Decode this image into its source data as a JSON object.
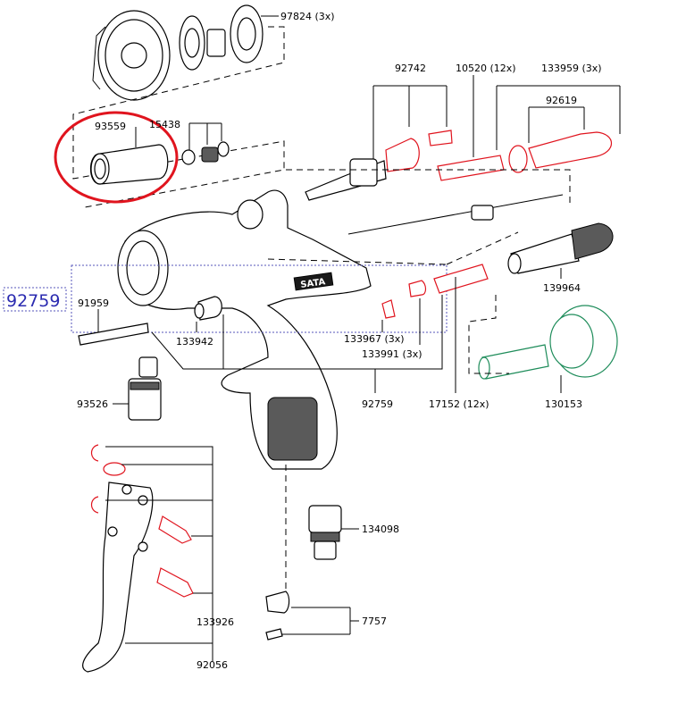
{
  "colors": {
    "line": "#000000",
    "accent_red": "#e0141e",
    "accent_green": "#1e8c5a",
    "highlight_label": "#2b2bb0"
  },
  "diagram": {
    "highlighted_number": "92759",
    "brand_text": "SATA",
    "labels": {
      "p97824": "97824  (3x)",
      "p92742": "92742",
      "p10520": "10520  (12x)",
      "p133959": "133959  (3x)",
      "p92619": "92619",
      "p93559": "93559",
      "p15438": "15438",
      "p91959": "91959",
      "p133942": "133942",
      "p133967": "133967  (3x)",
      "p133991": "133991  (3x)",
      "p139964": "139964",
      "p130153": "130153",
      "p93526": "93526",
      "p92759": "92759",
      "p17152": "17152  (12x)",
      "p134098": "134098",
      "p7757": "7757",
      "p133926": "133926",
      "p92056": "92056"
    }
  }
}
